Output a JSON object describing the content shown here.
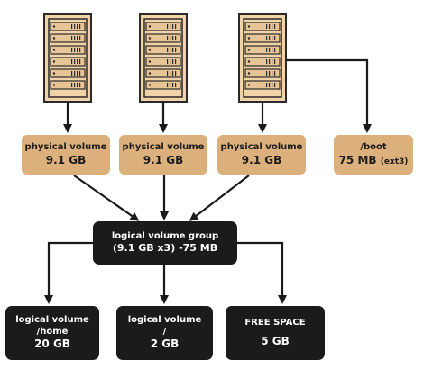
{
  "colors": {
    "server_body": "#f0d3a9",
    "server_outline": "#2a2a2a",
    "physical_volume_fill": "#dcb07c",
    "dark_box_fill": "#1b1b1b",
    "dark_box_text": "#ffffff",
    "arrow": "#1a1a1a"
  },
  "icons": {
    "server_1": "server-rack-icon",
    "server_2": "server-rack-icon",
    "server_3": "server-rack-icon"
  },
  "physical_volumes": [
    {
      "label": "physical volume",
      "size": "9.1 GB"
    },
    {
      "label": "physical volume",
      "size": "9.1 GB"
    },
    {
      "label": "physical volume",
      "size": "9.1 GB"
    }
  ],
  "boot": {
    "label": "/boot",
    "size": "75 MB",
    "fs": "(ext3)"
  },
  "volume_group": {
    "label": "logical volume group",
    "detail": "(9.1 GB x3) -75 MB"
  },
  "logical_volumes": [
    {
      "line1": "logical volume",
      "line2": "/home",
      "size": "20 GB"
    },
    {
      "line1": "logical volume",
      "line2": "/",
      "size": "2 GB"
    },
    {
      "line1": "FREE SPACE",
      "line2": "",
      "size": "5 GB"
    }
  ]
}
